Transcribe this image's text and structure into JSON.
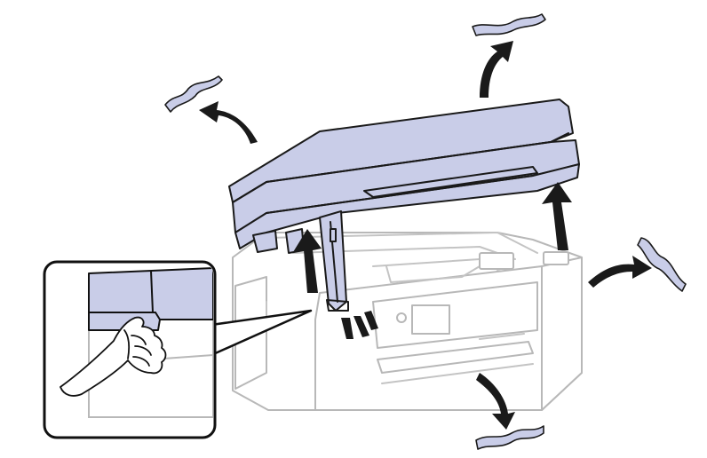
{
  "colors": {
    "lid": "#c9cde8",
    "paper": "#c9cde8",
    "arrow": "#1a1a1a",
    "outline": "#b8b8b8"
  },
  "icons": [
    "printer-outline",
    "scanner-unit-lid",
    "support-arm",
    "jammed-paper",
    "removal-arrow",
    "inset-hand"
  ]
}
